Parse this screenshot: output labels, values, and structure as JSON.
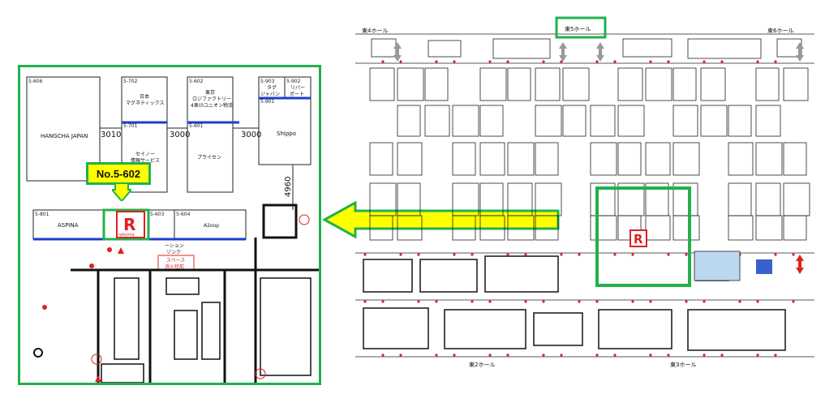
{
  "zoom": {
    "booths": {
      "b5606": "5-606",
      "b5702": "5-702",
      "b5602a": "5-602",
      "b5903": "5-903",
      "b5902": "5-902",
      "b5701": "5-701",
      "b5601": "5-601",
      "b5901": "5-901",
      "b5801": "5-801",
      "b5603": "5-603",
      "b5604": "5-604"
    },
    "names": {
      "hangcha": "HANGCHA JAPAN",
      "nihon1": "日本",
      "nihon2": "マグネティックス",
      "tokyo1": "東京",
      "tokyo2": "ロジファクトリー",
      "tokyo3": "4車(0ユニオン物流",
      "tag1": "タグ",
      "tag2": "ジャパン",
      "ryve1": "リバー",
      "ryve2": "ポート",
      "seino1": "セイノー",
      "seino2": "情報サービス",
      "pricen": "プライセン",
      "shippo": "Shippo",
      "aspina": "ASPINA",
      "azoop": "A2oop",
      "session1": "ーション",
      "session2": "ゾンク",
      "notice1": "スペース",
      "notice2": "消火栓前",
      "reforma": "reforma",
      "r": "R"
    },
    "dims": {
      "d3010": "3010",
      "d3000a": "3000",
      "d3000b": "3000",
      "d4960": "4960"
    },
    "callout": "No.5-602"
  },
  "overview": {
    "halls": {
      "h4": "東4ホール",
      "h5": "東5ホール",
      "h6": "東6ホール",
      "h2": "東2ホール",
      "h3": "東3ホール"
    },
    "logo": "R"
  },
  "colors": {
    "green": "#22b14c",
    "yellow": "#ffff00",
    "blue": "#1a3fcf",
    "red": "#e02020",
    "black": "#111111"
  }
}
